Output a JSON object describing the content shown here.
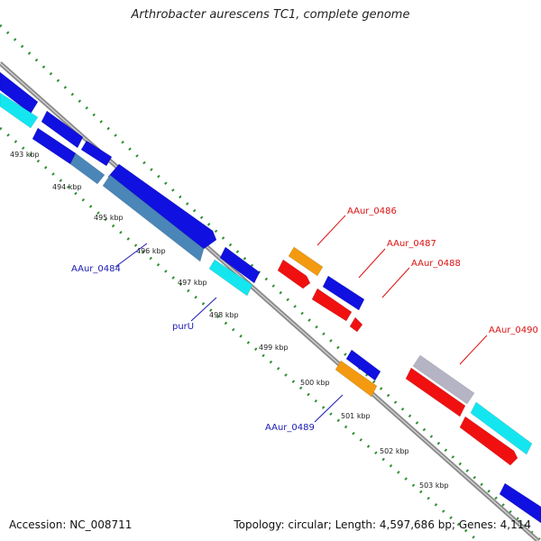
{
  "title": "Arthrobacter aurescens TC1, complete genome",
  "footer": {
    "accession": "Accession: NC_008711",
    "summary": "Topology: circular; Length: 4,597,686 bp; Genes: 4,114"
  },
  "colors": {
    "backbone": "#8c8c8c",
    "tick_dots": "#2f8f2f",
    "gene_blue": "#1010e0",
    "gene_cyan": "#14e6f0",
    "gene_steel": "#4a86b8",
    "gene_orange": "#f39a10",
    "gene_red": "#f01010",
    "gene_grey": "#b4b4c4",
    "label_blue": "#1a1ab4",
    "label_red": "#dd1010"
  },
  "ticks": [
    "493 kbp",
    "494 kbp",
    "495 kbp",
    "496 kbp",
    "497 kbp",
    "498 kbp",
    "499 kbp",
    "500 kbp",
    "501 kbp",
    "502 kbp",
    "503 kbp"
  ],
  "gene_labels": {
    "aaur_0484": "AAur_0484",
    "purU": "purU",
    "aaur_0489": "AAur_0489",
    "aaur_0486": "AAur_0486",
    "aaur_0487": "AAur_0487",
    "aaur_0488": "AAur_0488",
    "aaur_0490": "AAur_0490"
  }
}
